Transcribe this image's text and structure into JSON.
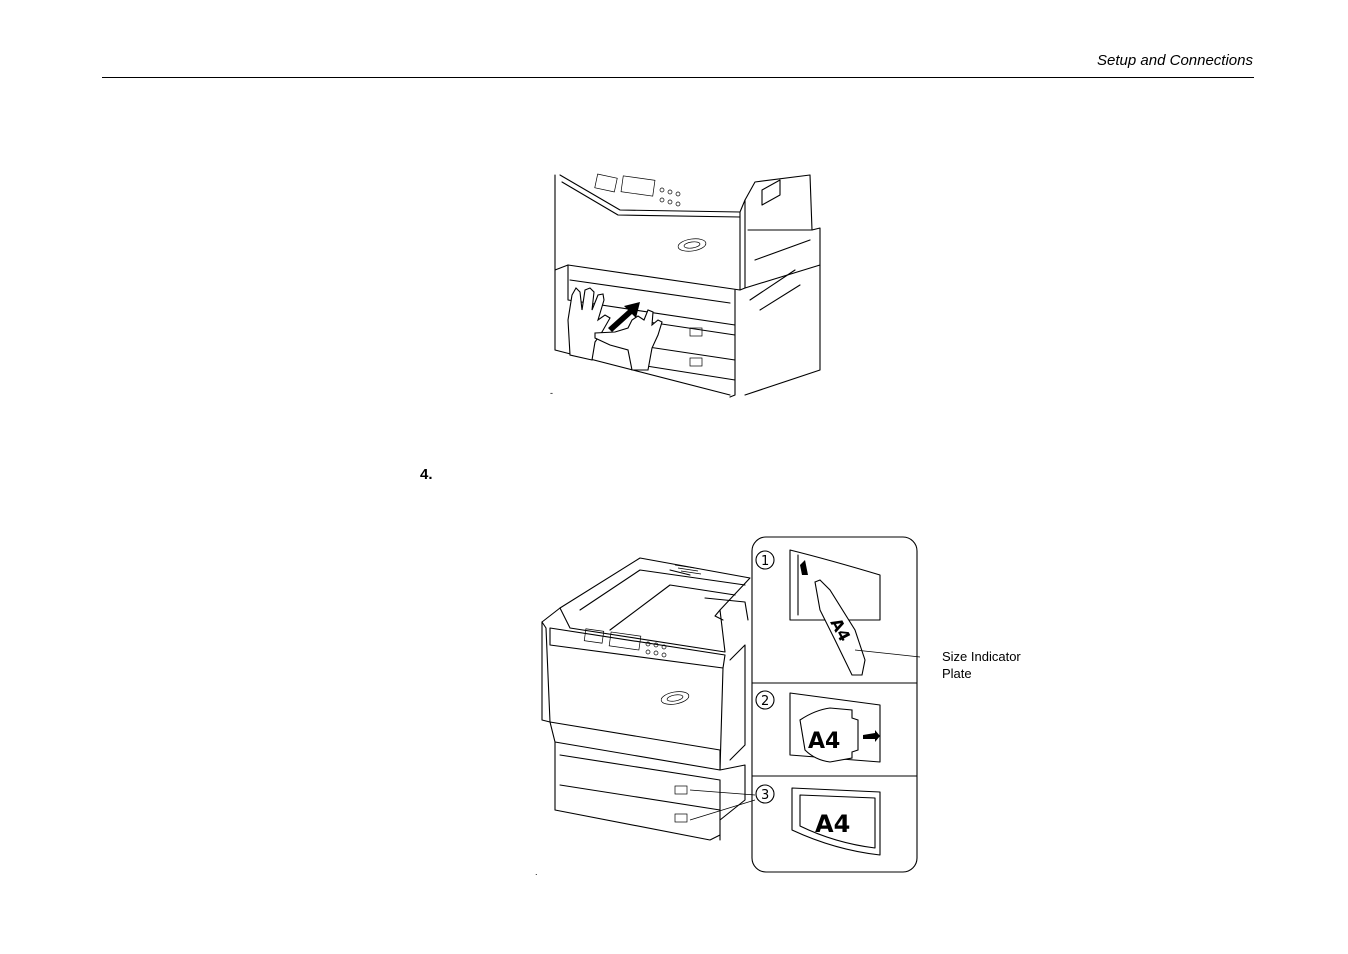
{
  "header": {
    "title": "Setup and Connections"
  },
  "step": {
    "number": "4."
  },
  "figure2": {
    "callout_label_line1": "Size Indicator",
    "callout_label_line2": "Plate",
    "steps": [
      "①",
      "②",
      "③"
    ],
    "plate_text": "A4"
  }
}
